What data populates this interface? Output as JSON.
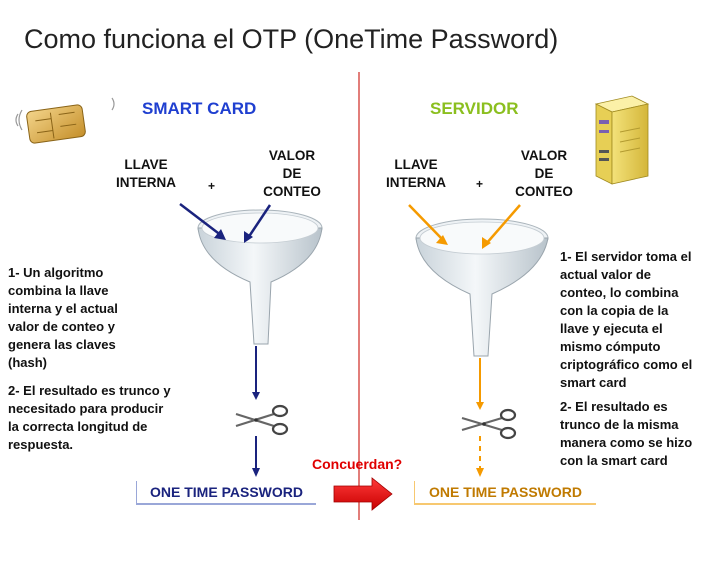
{
  "title": "Como funciona el OTP (OneTime Password)",
  "left": {
    "heading": "SMART CARD",
    "key_label": "LLAVE\nINTERNA",
    "plus": "+",
    "count_label": "VALOR\nDE\nCONTEO",
    "step1": "1- Un algoritmo\ncombina la llave\ninterna y el actual\nvalor de conteo y\ngenera las claves\n(hash)",
    "step2": "2- El resultado es trunco y\nnecesitado para producir\nla correcta longitud de\nrespuesta.",
    "otp_box": "ONE TIME PASSWORD"
  },
  "right": {
    "heading": "SERVIDOR",
    "key_label": "LLAVE\nINTERNA",
    "plus": "+",
    "count_label": "VALOR\nDE\nCONTEO",
    "step1": "1- El servidor toma el\nactual valor de\nconteo, lo combina\ncon la copia de la\nllave y ejecuta el\nmismo cómputo\ncriptográfico como el\nsmart card",
    "step2": "2- El resultado es\ntrunco de la misma\nmanera como se hizo\ncon la smart card",
    "otp_box": "ONE TIME PASSWORD"
  },
  "compare_label": "Concuerdan?",
  "colors": {
    "left_accent": "#1a237e",
    "left_heading": "#1f3fd0",
    "right_accent": "#f59a00",
    "right_heading": "#8bbf1f",
    "divider": "#d9534f",
    "compare": "#e00000"
  },
  "icons": [
    "smart-card-chip-icon",
    "server-tower-icon",
    "funnel-icon",
    "scissors-icon"
  ]
}
